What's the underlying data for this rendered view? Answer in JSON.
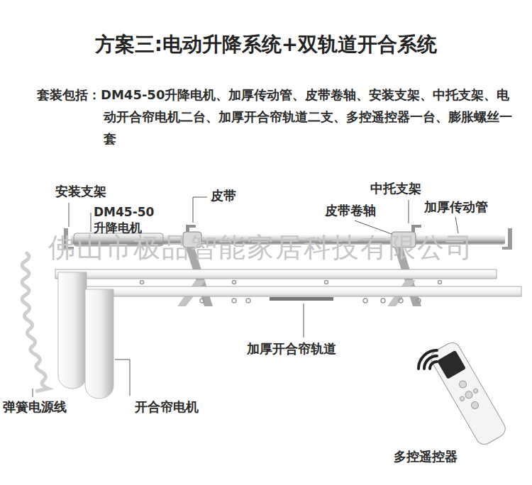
{
  "diagram": {
    "title": "方案三:电动升降系统+双轨道开合系统",
    "labels": [
      "套装包括：DM45-50升降电机、加厚传动管、皮带卷轴、安装支架、中托支架、电动开合帘电机二台、加厚开合帘轨道二支、多控遥控器一台、膨胀螺丝一套",
      "安装支架",
      "DM45-50 升降电机",
      "皮带",
      "中托支架",
      "皮带卷轴",
      "加厚传动管",
      "佛山市极品智能家居科技有限公司",
      "加厚开合帘轨道",
      "弹簧电源线",
      "开合帘电机",
      "多控遥控器"
    ]
  }
}
